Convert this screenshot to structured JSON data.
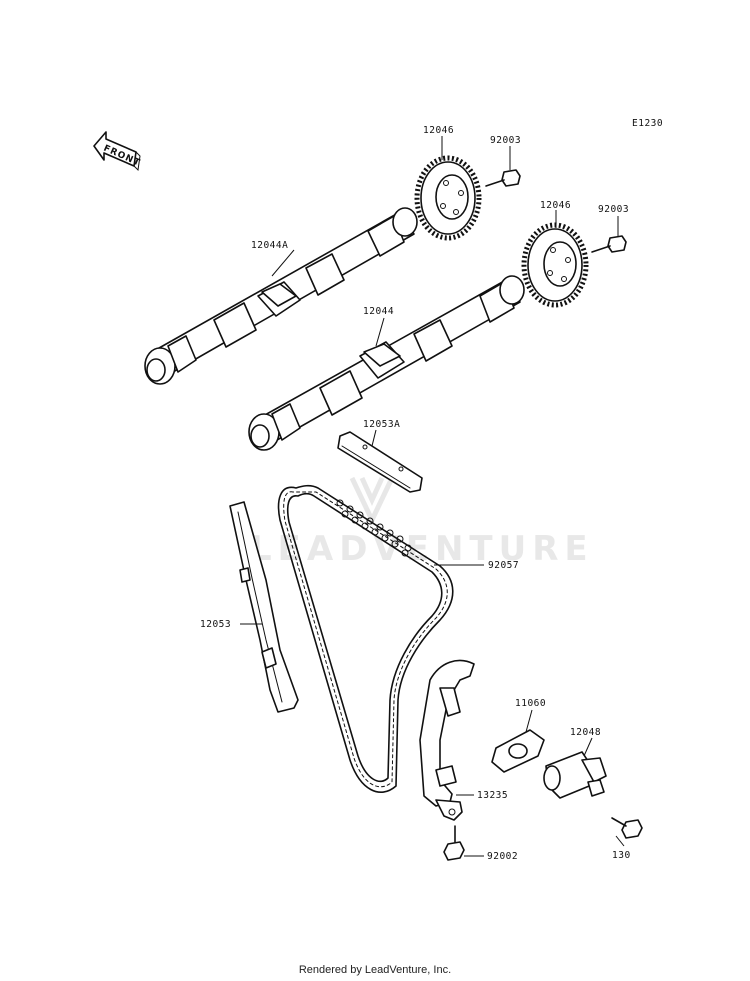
{
  "diagram_code": "E1230",
  "front_label": "FRONT",
  "watermark": "LEADVENTURE",
  "footer": "Rendered by LeadVenture, Inc.",
  "parts": {
    "p12046_top": "12046",
    "p92003_top": "92003",
    "p12046_right": "12046",
    "p92003_right": "92003",
    "p12044A": "12044A",
    "p12044": "12044",
    "p12053A": "12053A",
    "p92057": "92057",
    "p12053": "12053",
    "p11060": "11060",
    "p12048": "12048",
    "p13235": "13235",
    "p130": "130",
    "p92002": "92002"
  }
}
